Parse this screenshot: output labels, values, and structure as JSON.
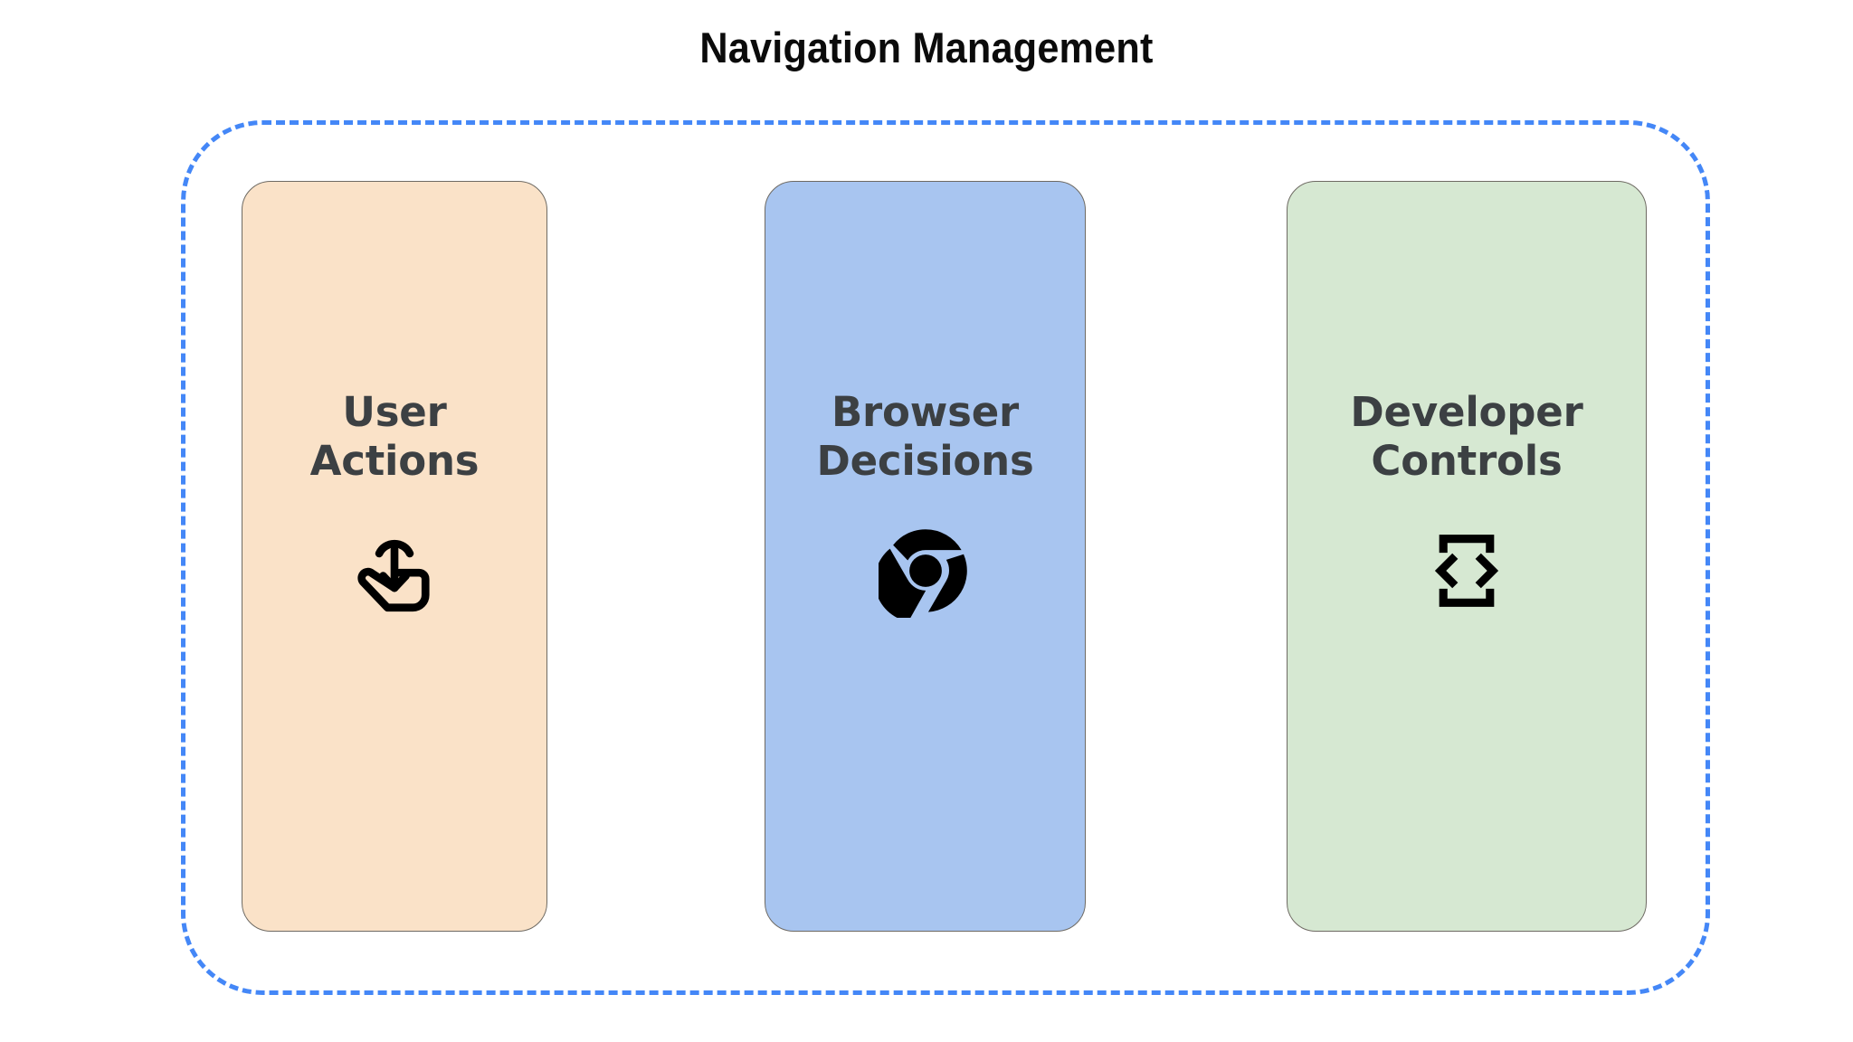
{
  "page": {
    "title": "Navigation Management",
    "background_color": "#ffffff"
  },
  "container": {
    "name": "dashed-group-container",
    "border_style": "dashed",
    "border_color": "#4487f7"
  },
  "cards": [
    {
      "id": "user-actions",
      "label": "User\nActions",
      "label_line1": "User",
      "label_line2": "Actions",
      "background_color": "#fae2c8",
      "border_color": "#6e6a63",
      "text_color": "#3c4043",
      "icon": "touch-app-icon",
      "icon_color": "#000000"
    },
    {
      "id": "browser-decisions",
      "label": "Browser\nDecisions",
      "label_line1": "Browser",
      "label_line2": "Decisions",
      "background_color": "#a8c5f0",
      "border_color": "#6e6a63",
      "text_color": "#3c4043",
      "icon": "chrome-logo-icon",
      "icon_color": "#000000"
    },
    {
      "id": "developer-controls",
      "label": "Developer\nControls",
      "label_line1": "Developer",
      "label_line2": "Controls",
      "background_color": "#d6e8d2",
      "border_color": "#6e6a63",
      "text_color": "#3c4043",
      "icon": "developer-mode-icon",
      "icon_color": "#000000"
    }
  ]
}
